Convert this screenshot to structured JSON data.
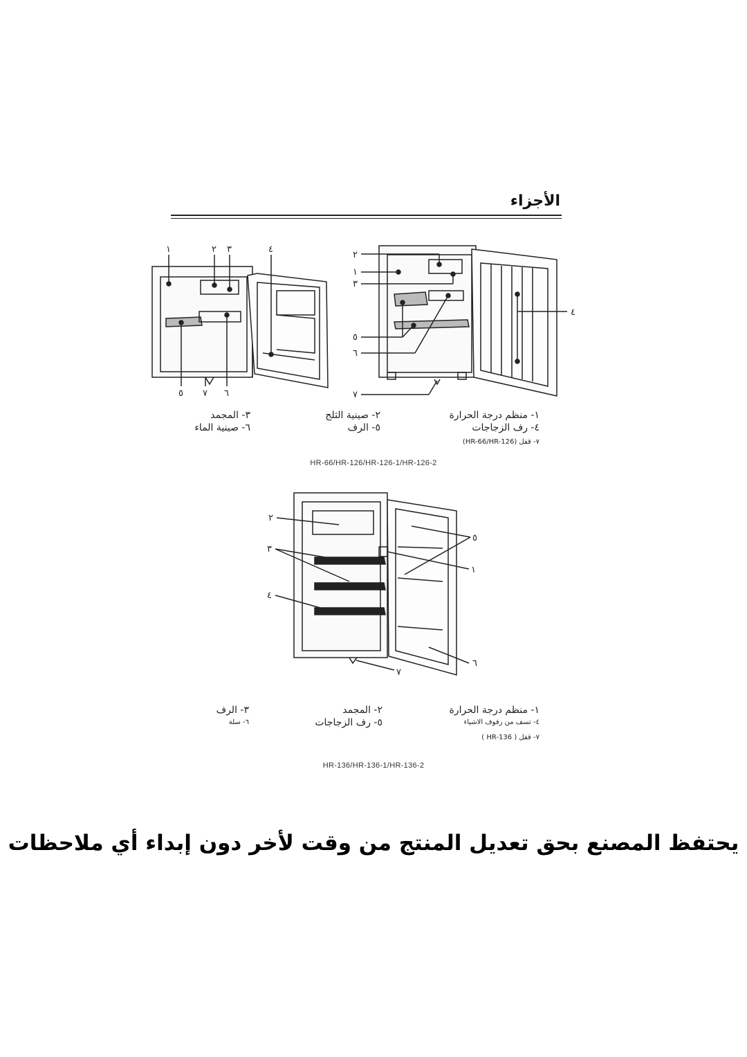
{
  "section_title": "الأجزاء",
  "diagram1": {
    "callouts_left": [
      "١",
      "٢",
      "٣",
      "٤",
      "٥",
      "٧",
      "٦"
    ],
    "callouts_right": [
      "٢",
      "١",
      "٣",
      "٤",
      "٥",
      "٦",
      "٧"
    ],
    "captions": {
      "c1": "١- منظم درجة الحرارة",
      "c2": "٢- صينية الثلج",
      "c3": "٣- المجمد",
      "c4": "٤- رف الزجاجات",
      "c5": "٥- الرف",
      "c6": "٦- صينية الماء",
      "c7": "٧- قفل (HR-66/HR-126)"
    },
    "model": "HR-66/HR-126/HR-126-1/HR-126-2"
  },
  "diagram2": {
    "callouts": [
      "٢",
      "٣",
      "٤",
      "٥",
      "١",
      "٦",
      "٧"
    ],
    "captions": {
      "c1": "١- منظم درجة الحرارة",
      "c2": "٢- المجمد",
      "c3": "٣- الرف",
      "c4": "٤- تسف من رفوف الاشياء",
      "c5": "٥- رف الزجاجات",
      "c6": "٦- سلة",
      "c7": "٧- قفل ( HR-136 )"
    },
    "model": "HR-136/HR-136-1/HR-136-2"
  },
  "notice": "يحتفظ المصنع بحق تعديل المنتج من وقت لأخر دون إبداء أي ملاحظات"
}
